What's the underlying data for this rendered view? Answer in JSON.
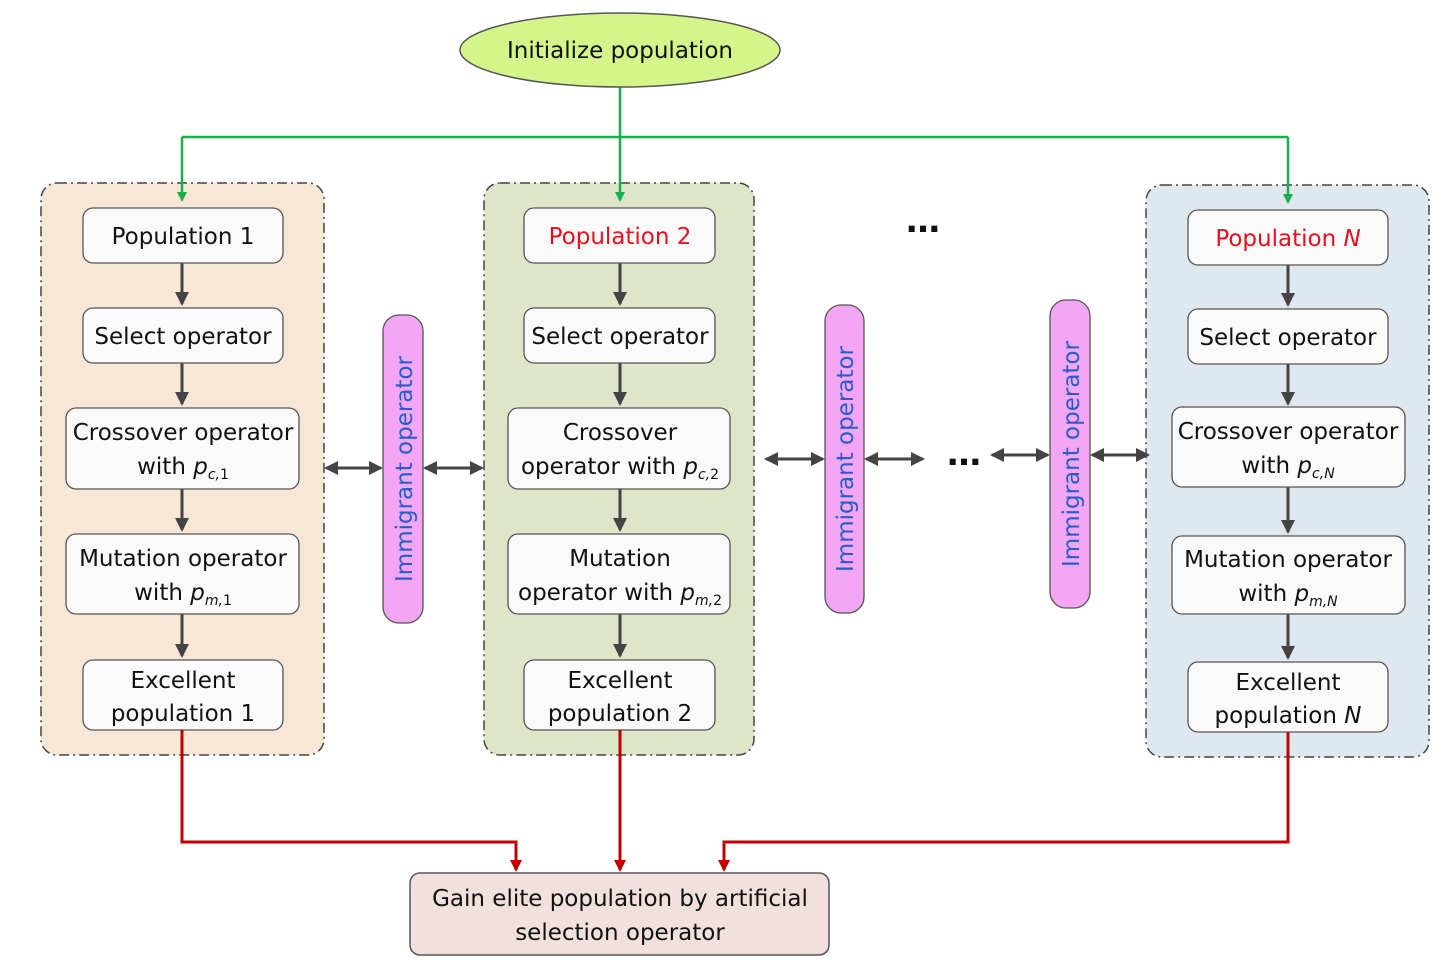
{
  "start": {
    "label": "Initialize population"
  },
  "columns": [
    {
      "population": "Population 1",
      "select": "Select operator",
      "crossover": [
        "Crossover operator",
        "with",
        "p",
        "c,",
        "1"
      ],
      "mutation": [
        "Mutation operator",
        "with",
        "p",
        "m,",
        "1"
      ],
      "excellent": [
        "Excellent",
        "population 1"
      ]
    },
    {
      "population": "Population 2",
      "select": "Select operator",
      "crossover": [
        "Crossover",
        "operator with",
        "p",
        "c,",
        "2"
      ],
      "mutation": [
        "Mutation",
        "operator with",
        "p",
        "m,",
        "2"
      ],
      "excellent": [
        "Excellent",
        "population 2"
      ]
    },
    {
      "population_prefix": "Population ",
      "population_var": "N",
      "select": "Select operator",
      "crossover": [
        "Crossover operator",
        "with",
        "p",
        "c,",
        "N"
      ],
      "mutation": [
        "Mutation operator",
        "with",
        "p",
        "m,",
        "N"
      ],
      "excellent_line1": "Excellent",
      "excellent_prefix": "population ",
      "excellent_var": "N"
    }
  ],
  "immigrant_label": "Immigrant operator",
  "ellipsis": "…",
  "final": {
    "line1": "Gain elite population by artificial",
    "line2": "selection operator"
  },
  "colors": {
    "start_fill": "#d4f58a",
    "col1_bg": "#f8e6d6",
    "col2_bg": "#dfe5c9",
    "col3_bg": "#dfe7ef",
    "immigrant_fill": "#f3a6f3",
    "final_fill": "#f1e0dd",
    "green_arrow": "#1aae4c",
    "red_arrow": "#c00000",
    "dark_arrow": "#444444",
    "red_text": "#e8101e",
    "blue_text": "#2a5cc8"
  }
}
